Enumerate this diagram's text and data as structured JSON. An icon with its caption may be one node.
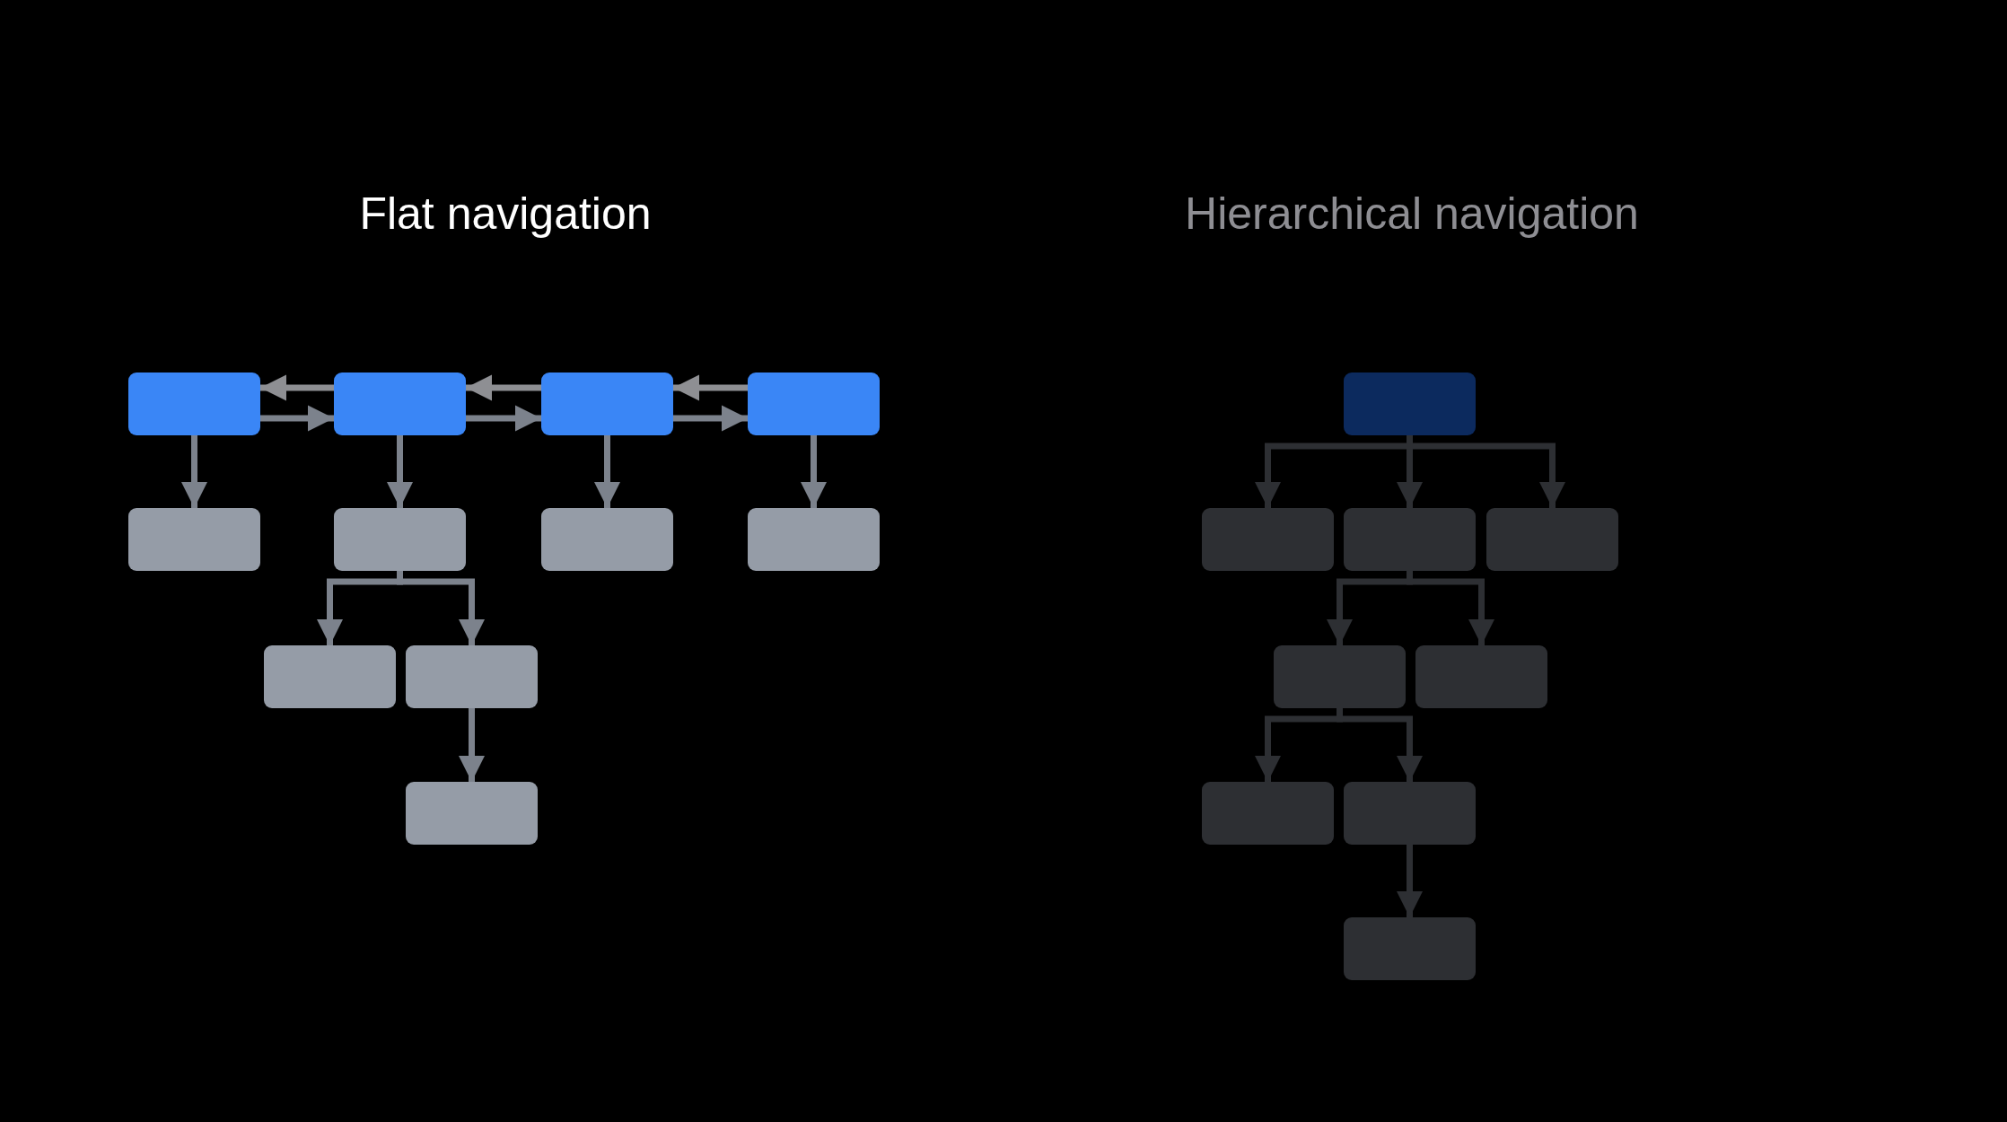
{
  "diagram": {
    "nodes": [
      {
        "text": [],
        "shape": "box"
      },
      {
        "text": [],
        "shape": "box"
      },
      {
        "text": [],
        "shape": "box"
      },
      {
        "text": [],
        "shape": "box"
      },
      {
        "text": [],
        "shape": "box"
      },
      {
        "text": [],
        "shape": "box"
      },
      {
        "text": [],
        "shape": "box"
      },
      {
        "text": [],
        "shape": "box"
      },
      {
        "text": [],
        "shape": "box"
      },
      {
        "text": [],
        "shape": "box"
      },
      {
        "text": [],
        "shape": "box"
      },
      {
        "text": [],
        "shape": "box"
      },
      {
        "text": [],
        "shape": "box"
      },
      {
        "text": [],
        "shape": "box"
      },
      {
        "text": [],
        "shape": "box"
      },
      {
        "text": [],
        "shape": "box"
      },
      {
        "text": [],
        "shape": "box"
      },
      {
        "text": [],
        "shape": "box"
      },
      {
        "text": [],
        "shape": "box"
      },
      {
        "text": [],
        "shape": "box"
      }
    ],
    "edges": [
      {
        "from": 1,
        "to": 0,
        "arrow": "to",
        "color": "#8e8f93"
      },
      {
        "from": 0,
        "to": 1,
        "arrow": "to"
      },
      {
        "from": 2,
        "to": 1,
        "arrow": "to",
        "color": "#8e8f93"
      },
      {
        "from": 1,
        "to": 2,
        "arrow": "to"
      },
      {
        "from": 3,
        "to": 2,
        "arrow": "to",
        "color": "#8e8f93"
      },
      {
        "from": 2,
        "to": 3,
        "arrow": "to"
      },
      {
        "from": 0,
        "to": 4,
        "arrow": "to"
      },
      {
        "from": 1,
        "to": 5,
        "arrow": "to"
      },
      {
        "from": 2,
        "to": 6,
        "arrow": "to"
      },
      {
        "from": 3,
        "to": 7,
        "arrow": "to"
      },
      {
        "from": 5,
        "to": 8,
        "arrow": "to"
      },
      {
        "from": 5,
        "to": 9,
        "arrow": "to"
      },
      {
        "from": 9,
        "to": 10,
        "arrow": "to"
      },
      {
        "from": 11,
        "to": 12,
        "arrow": "to",
        "color": "#2d2f33"
      },
      {
        "from": 11,
        "to": 13,
        "arrow": "to",
        "color": "#2d2f33"
      },
      {
        "from": 11,
        "to": 14,
        "arrow": "to",
        "color": "#2d2f33"
      },
      {
        "from": 13,
        "to": 15,
        "arrow": "to",
        "color": "#2d2f33"
      },
      {
        "from": 13,
        "to": 16,
        "arrow": "to",
        "color": "#2d2f33"
      },
      {
        "from": 15,
        "to": 17,
        "arrow": "to",
        "color": "#2d2f33"
      },
      {
        "from": 15,
        "to": 18,
        "arrow": "to",
        "color": "#2d2f33"
      },
      {
        "from": 18,
        "to": 19,
        "arrow": "to",
        "color": "#2d2f33"
      }
    ],
    "labels": [
      "Flat navigation",
      "Hierarchical navigation"
    ]
  }
}
